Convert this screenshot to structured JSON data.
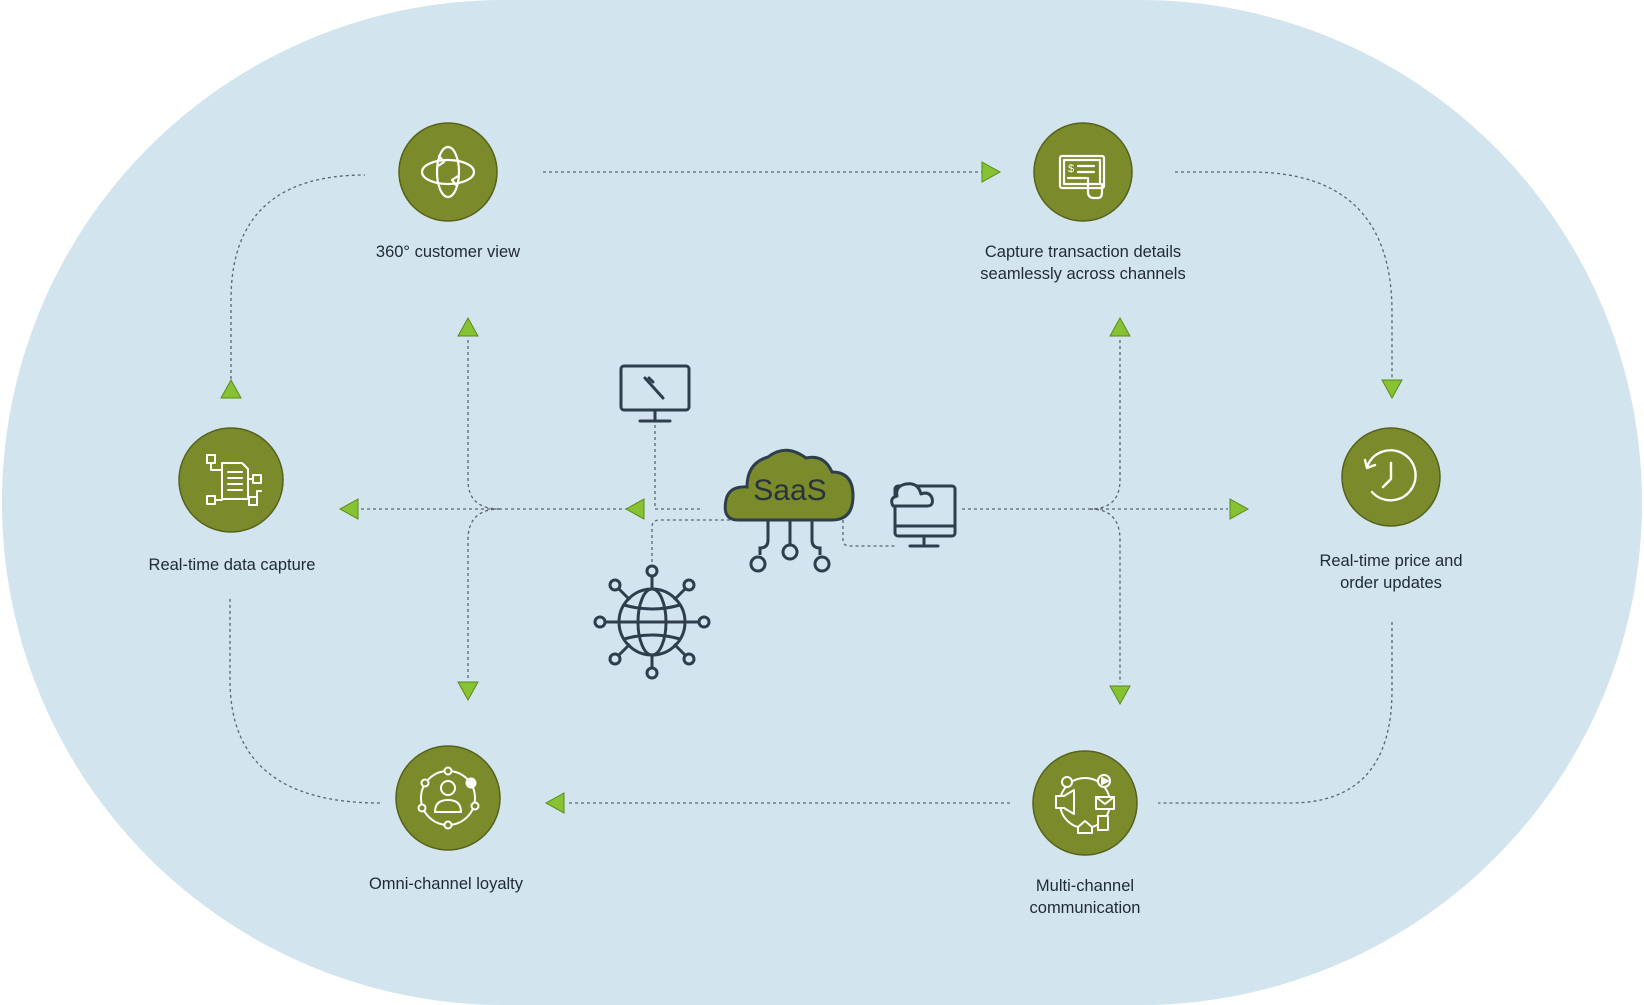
{
  "colors": {
    "background_shape": "#d2e4ed",
    "node_fill": "#7b8b2c",
    "node_stroke": "#55621b",
    "icon_line": "#ffffff",
    "arrow_fill": "#86c232",
    "dashed_line": "#5b6570",
    "device_line": "#2e3e4c",
    "label_text": "#1f2a33"
  },
  "center": {
    "label": "SaaS",
    "cloud_icon": "cloud-icon",
    "devices": [
      "desktop-monitor-icon",
      "globe-network-icon",
      "cloud-monitor-icon"
    ]
  },
  "nodes": [
    {
      "id": "customer-view",
      "icon": "orbit-sphere-icon",
      "label_lines": [
        "360° customer view"
      ]
    },
    {
      "id": "transaction",
      "icon": "payment-screen-icon",
      "label_lines": [
        "Capture transaction details",
        "seamlessly across channels"
      ]
    },
    {
      "id": "price-updates",
      "icon": "refresh-clock-icon",
      "label_lines": [
        "Real-time price and",
        "order updates"
      ]
    },
    {
      "id": "multichannel",
      "icon": "multichannel-icon",
      "label_lines": [
        "Multi-channel",
        "communication"
      ]
    },
    {
      "id": "loyalty",
      "icon": "people-network-icon",
      "label_lines": [
        "Omni-channel loyalty"
      ]
    },
    {
      "id": "data-capture",
      "icon": "document-flow-icon",
      "label_lines": [
        "Real-time data capture"
      ]
    }
  ]
}
